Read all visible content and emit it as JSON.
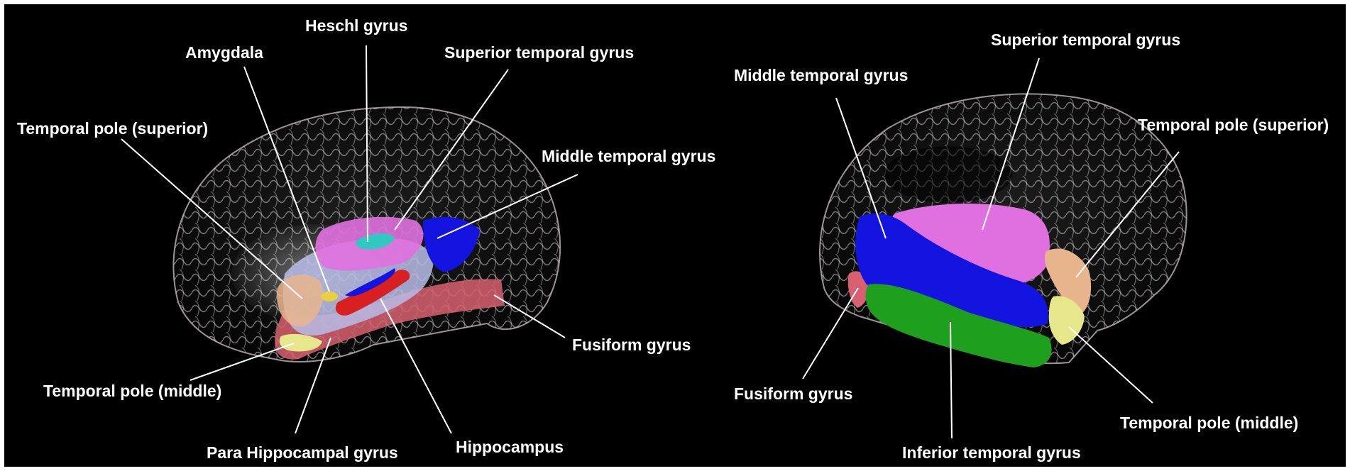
{
  "left_panel": {
    "labels": {
      "heschl": "Heschl gyrus",
      "amygdala": "Amygdala",
      "superior_temporal": "Superior temporal gyrus",
      "temporal_pole_superior": "Temporal pole (superior)",
      "middle_temporal": "Middle temporal gyrus",
      "fusiform": "Fusiform gyrus",
      "temporal_pole_middle": "Temporal pole (middle)",
      "parahippocampal": "Para Hippocampal gyrus",
      "hippocampus": "Hippocampus"
    }
  },
  "right_panel": {
    "labels": {
      "superior_temporal": "Superior temporal gyrus",
      "middle_temporal": "Middle temporal gyrus",
      "temporal_pole_superior": "Temporal pole (superior)",
      "fusiform": "Fusiform gyrus",
      "temporal_pole_middle": "Temporal pole (middle)",
      "inferior_temporal": "Inferior temporal gyrus"
    }
  },
  "colors": {
    "background": "#000000",
    "label_text": "#ffffff",
    "brain_shell": "#b8b0b4",
    "superior_temporal": "#e070e0",
    "middle_temporal": "#1414e0",
    "inferior_temporal": "#1ea01e",
    "fusiform": "#d86070",
    "temporal_pole_superior": "#e8b48c",
    "temporal_pole_middle": "#e6e68a",
    "heschl": "#30c8c0",
    "hippocampus": "#d82020",
    "parahippocampal": "#b8bce8",
    "amygdala": "#e8d040"
  }
}
